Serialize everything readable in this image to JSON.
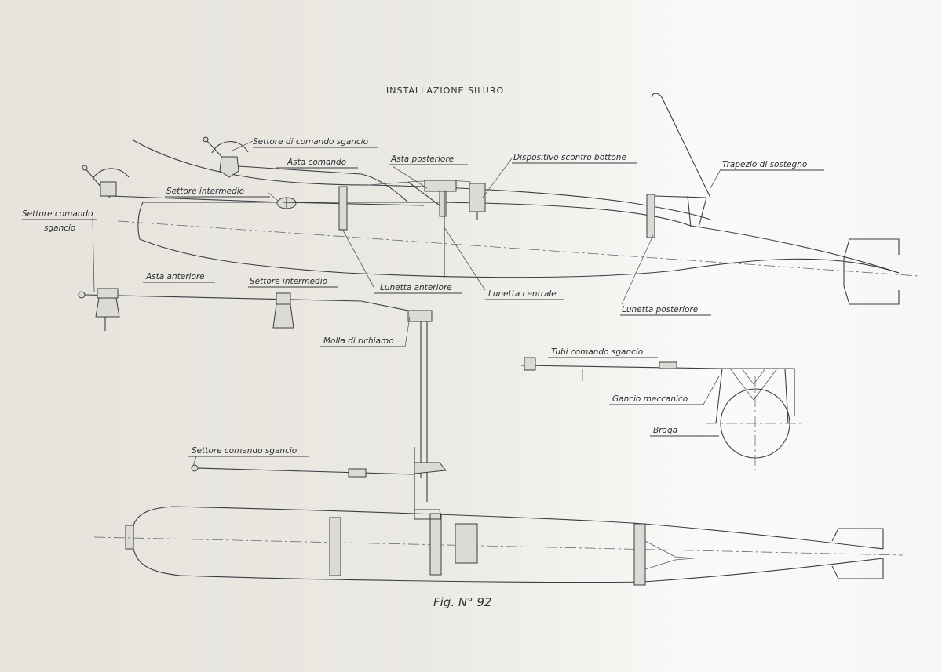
{
  "title": "INSTALLAZIONE SILURO",
  "figure_caption": "Fig. N° 92",
  "labels": {
    "settore_comando_sgancio_top": "Settore di comando sgancio",
    "asta_comando": "Asta comando",
    "asta_posteriore": "Asta posteriore",
    "dispositivo_sconfro": "Dispositivo sconfro bottone",
    "trapezio_sostegno": "Trapezio di sostegno",
    "settore_intermedio_top": "Settore intermedio",
    "settore_comando_line1": "Settore comando",
    "settore_comando_line2": "sgancio",
    "lunetta_anteriore": "Lunetta anteriore",
    "lunetta_centrale": "Lunetta centrale",
    "lunetta_posteriore": "Lunetta posteriore",
    "asta_anteriore": "Asta anteriore",
    "settore_intermedio_mid": "Settore intermedio",
    "molla_richiamo": "Molla di richiamo",
    "tubi_comando_sgancio": "Tubi comando sgancio",
    "gancio_meccanico": "Gancio meccanico",
    "braga": "Braga",
    "settore_comando_sgancio_low": "Settore comando sgancio"
  }
}
